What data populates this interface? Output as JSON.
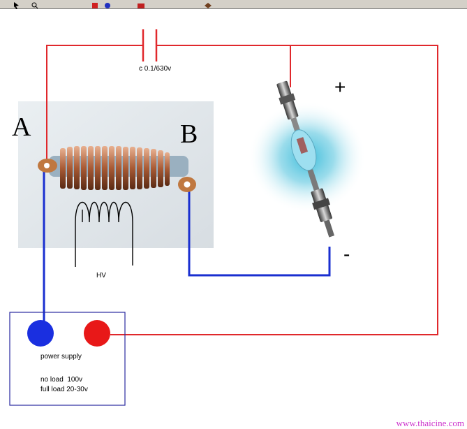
{
  "capacitor_label": "c 0.1/630v",
  "terminal_a": "A",
  "terminal_b": "B",
  "hv_label": "HV",
  "plus_sign": "+",
  "minus_sign": "-",
  "power_supply": {
    "title": "power supply",
    "no_load": "no load  100v",
    "full_load": "full load 20-30v"
  },
  "watermark": "www.thaicine.com",
  "colors": {
    "red_wire": "#e0282c",
    "blue_wire": "#1a2fd0",
    "box_border": "#2a2aa0",
    "watermark": "#cc33cc"
  },
  "icons": [
    "toolbar-icons",
    "coil-icon",
    "flash-tube-icon",
    "hv-coil-icon"
  ]
}
